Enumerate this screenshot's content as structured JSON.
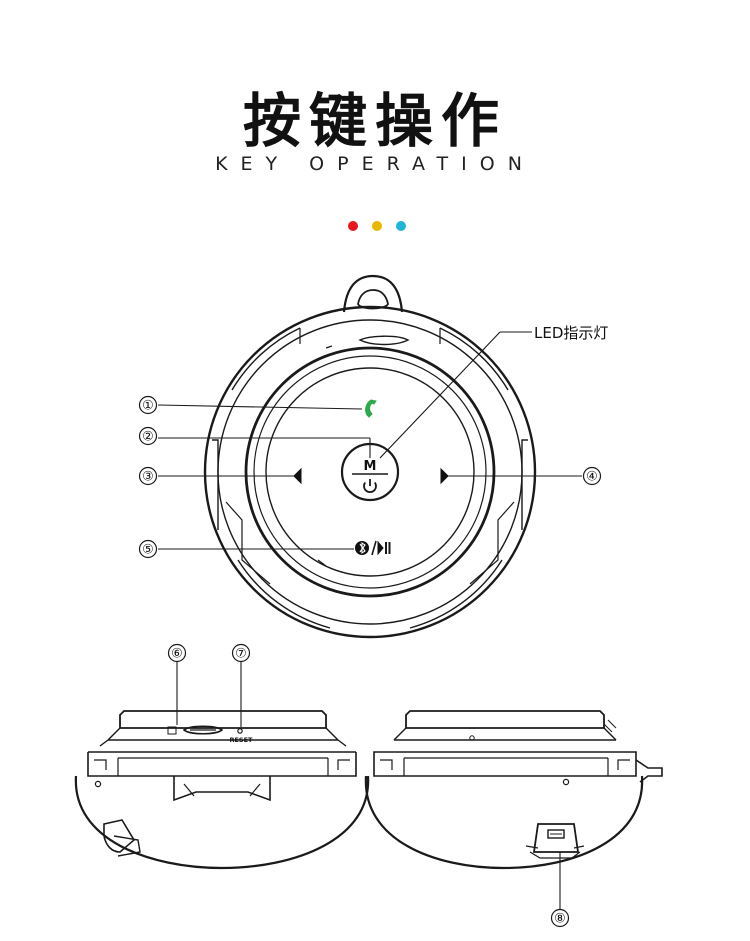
{
  "header": {
    "title_cn": "按键操作",
    "title_en": "KEY OPERATION"
  },
  "accent_dots": [
    {
      "name": "red-dot",
      "color": "#e8171d"
    },
    {
      "name": "yellow-dot",
      "color": "#e8b800"
    },
    {
      "name": "cyan-dot",
      "color": "#1fb6d6"
    }
  ],
  "callouts": {
    "led_label": "LED指示灯",
    "n1": "①",
    "n2": "②",
    "n3": "③",
    "n4": "④",
    "n5": "⑤",
    "n6": "⑥",
    "n7": "⑦",
    "n8": "⑧"
  },
  "buttons": {
    "mode_label": "M",
    "reset_label": "RESET"
  },
  "icons": {
    "call": "phone-icon",
    "prev": "triangle-left-icon",
    "next": "triangle-right-icon",
    "power": "power-icon",
    "bt_play": "bluetooth-play-pause-icon",
    "usb": "usb-port-icon",
    "tf": "tf-card-slot-icon"
  },
  "colors": {
    "line": "#1a1a1a",
    "phone": "#2fa84f"
  }
}
